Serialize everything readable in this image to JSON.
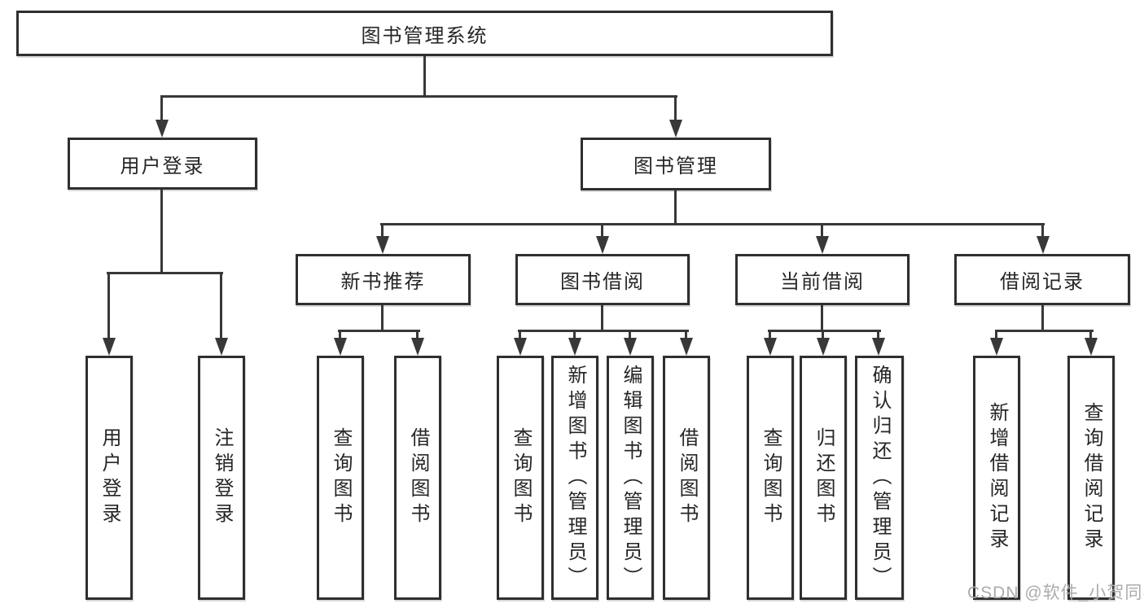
{
  "diagram": {
    "root": {
      "label": "图书管理系统"
    },
    "user_login": {
      "label": "用户登录",
      "leaves": [
        "用户登录",
        "注销登录"
      ]
    },
    "book_management": {
      "label": "图书管理",
      "groups": [
        {
          "label": "新书推荐",
          "leaves": [
            "查询图书",
            "借阅图书"
          ]
        },
        {
          "label": "图书借阅",
          "leaves": [
            "查询图书",
            "新增图书（管理员）",
            "编辑图书（管理员）",
            "借阅图书"
          ]
        },
        {
          "label": "当前借阅",
          "leaves": [
            "查询图书",
            "归还图书",
            "确认归还（管理员）"
          ]
        },
        {
          "label": "借阅记录",
          "leaves": [
            "新增借阅记录",
            "查询借阅记录"
          ]
        }
      ]
    },
    "line_color": "#383838",
    "border_color": "#2f2f2f"
  },
  "watermark": {
    "text": "CSDN @软件_小贺同学",
    "color": "#ababab"
  }
}
